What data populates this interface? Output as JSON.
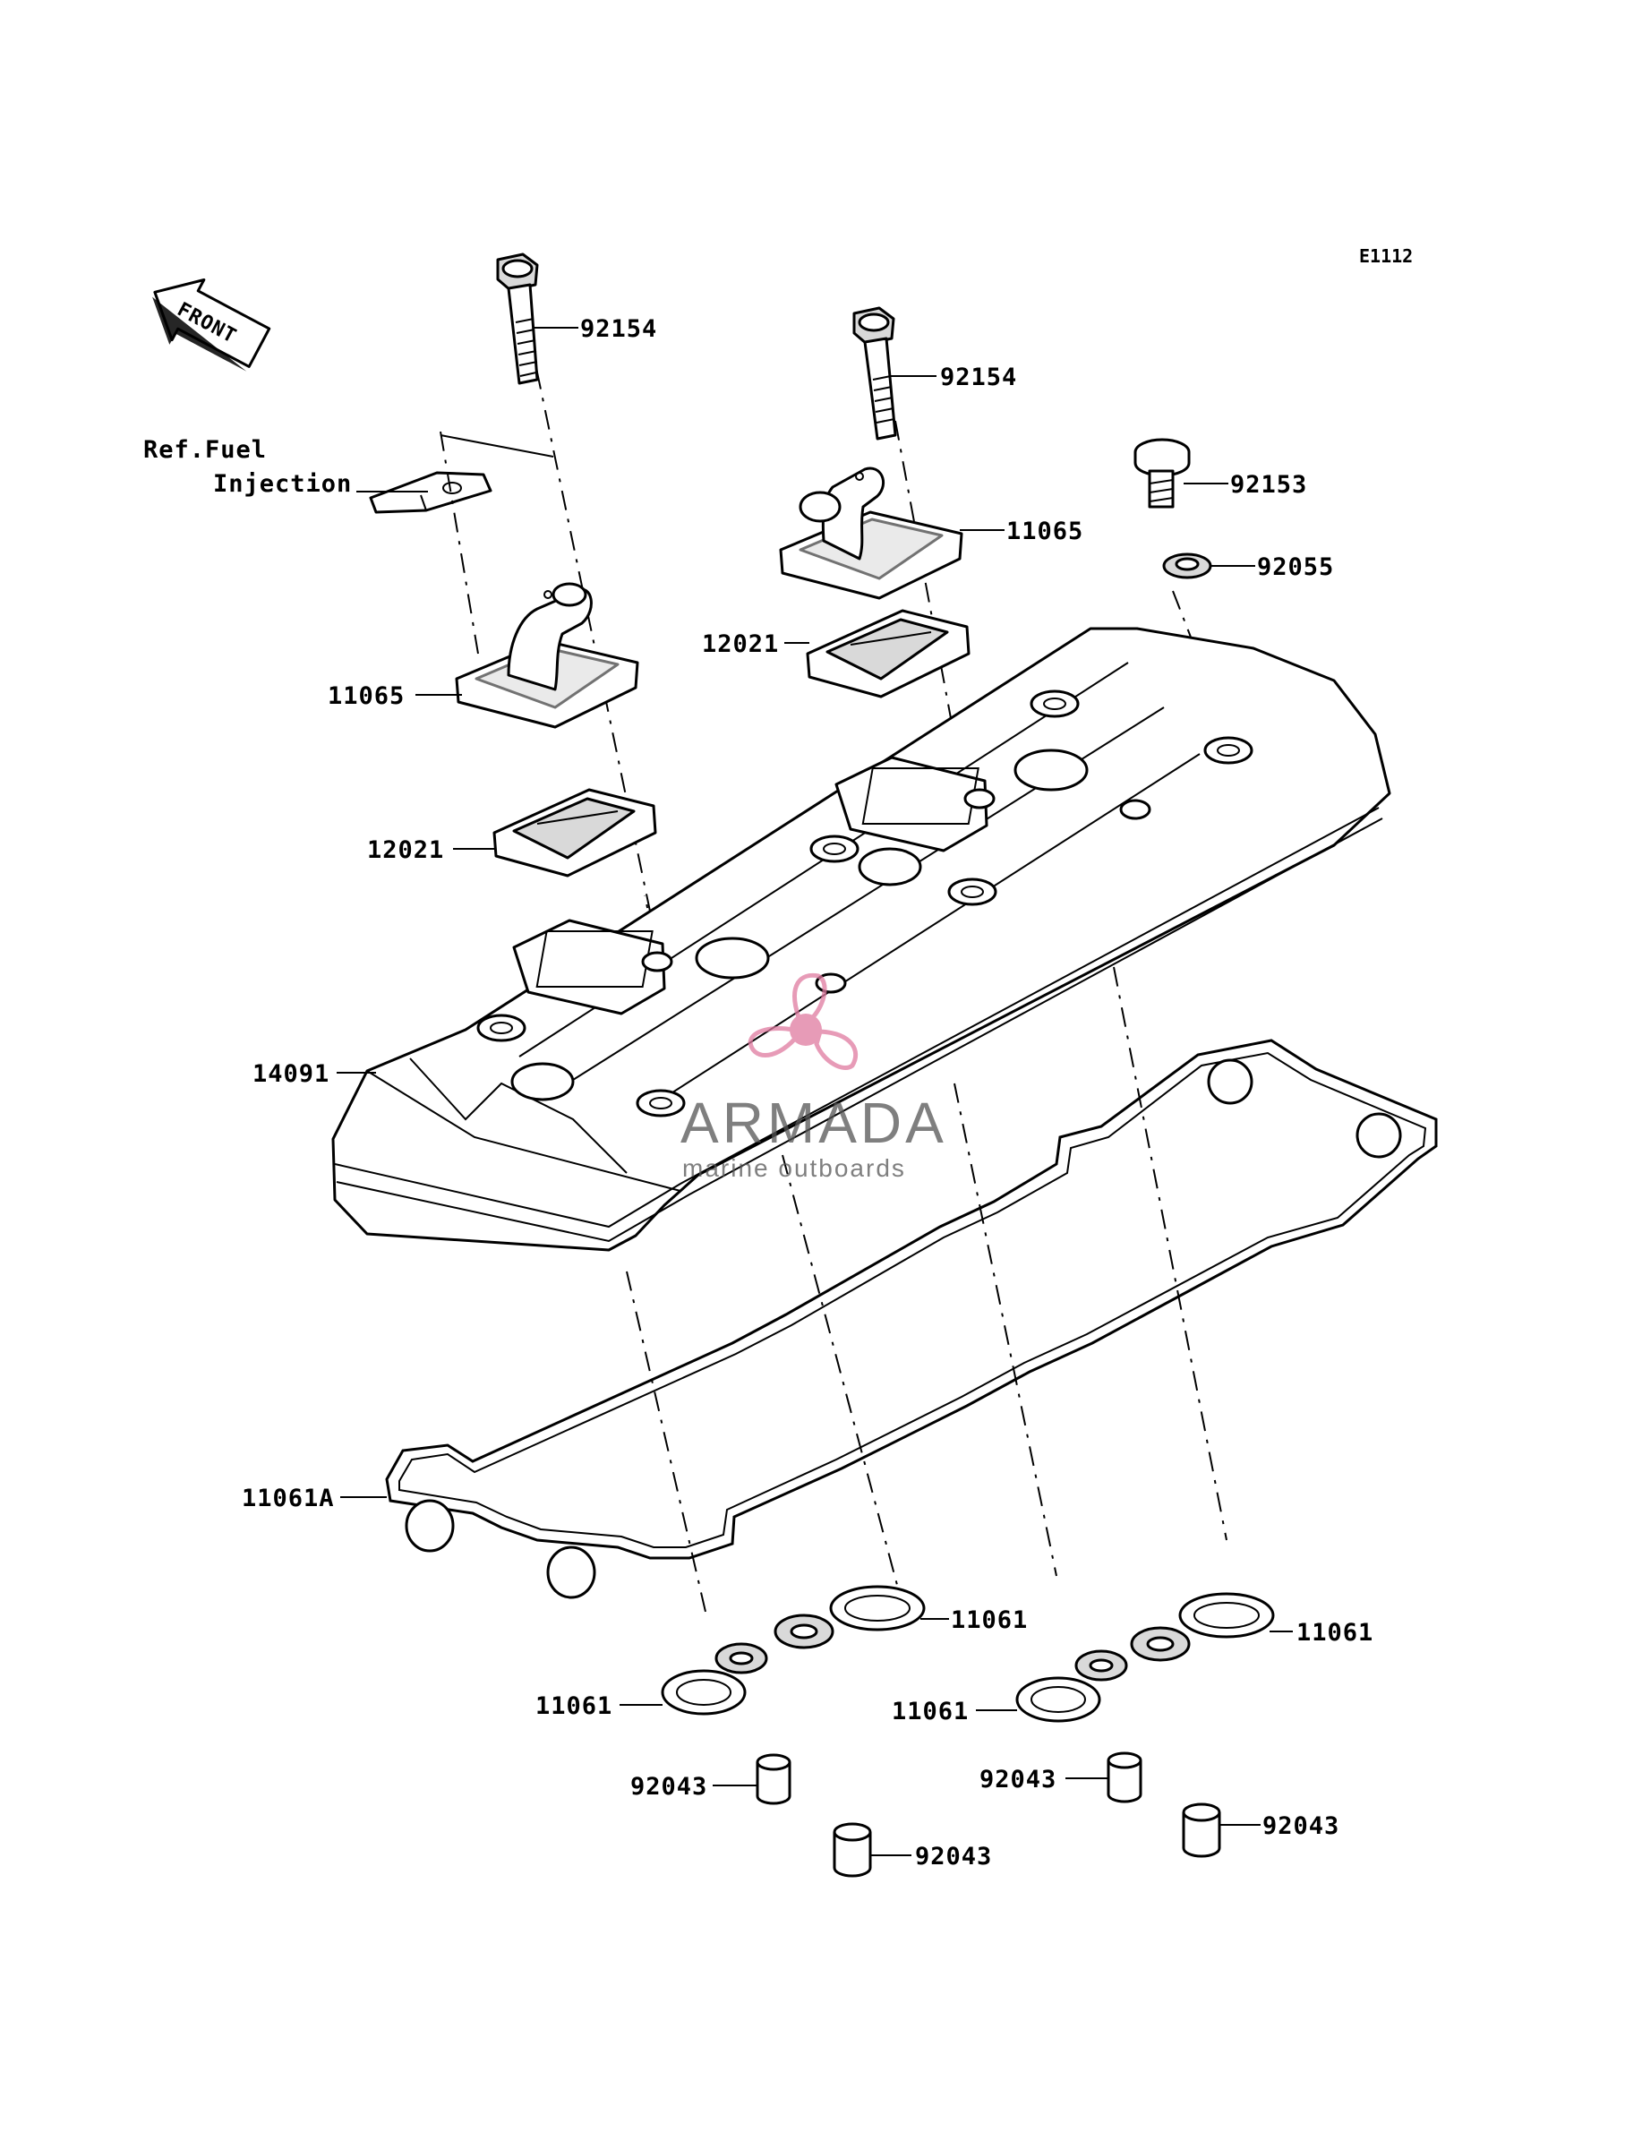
{
  "diagram_code": "E1112",
  "front_label": "FRONT",
  "reference": {
    "line1": "Ref.Fuel",
    "line2": "Injection"
  },
  "watermark": {
    "brand": "ARMADA",
    "tagline": "marine outboards",
    "color": "#e07aa0"
  },
  "parts": [
    {
      "number": "92154",
      "name": "bolt-left"
    },
    {
      "number": "92154",
      "name": "bolt-right"
    },
    {
      "number": "92153",
      "name": "bolt-flanged"
    },
    {
      "number": "92055",
      "name": "washer"
    },
    {
      "number": "11065",
      "name": "breather-cover-left"
    },
    {
      "number": "11065",
      "name": "breather-cover-right"
    },
    {
      "number": "12021",
      "name": "reed-valve-left"
    },
    {
      "number": "12021",
      "name": "reed-valve-right"
    },
    {
      "number": "14091",
      "name": "cylinder-head-cover"
    },
    {
      "number": "11061A",
      "name": "head-cover-gasket"
    },
    {
      "number": "11061",
      "name": "plug-gasket-1"
    },
    {
      "number": "11061",
      "name": "plug-gasket-2"
    },
    {
      "number": "11061",
      "name": "plug-gasket-3"
    },
    {
      "number": "11061",
      "name": "plug-gasket-4"
    },
    {
      "number": "92043",
      "name": "pin-1"
    },
    {
      "number": "92043",
      "name": "pin-2"
    },
    {
      "number": "92043",
      "name": "pin-3"
    },
    {
      "number": "92043",
      "name": "pin-4"
    }
  ]
}
